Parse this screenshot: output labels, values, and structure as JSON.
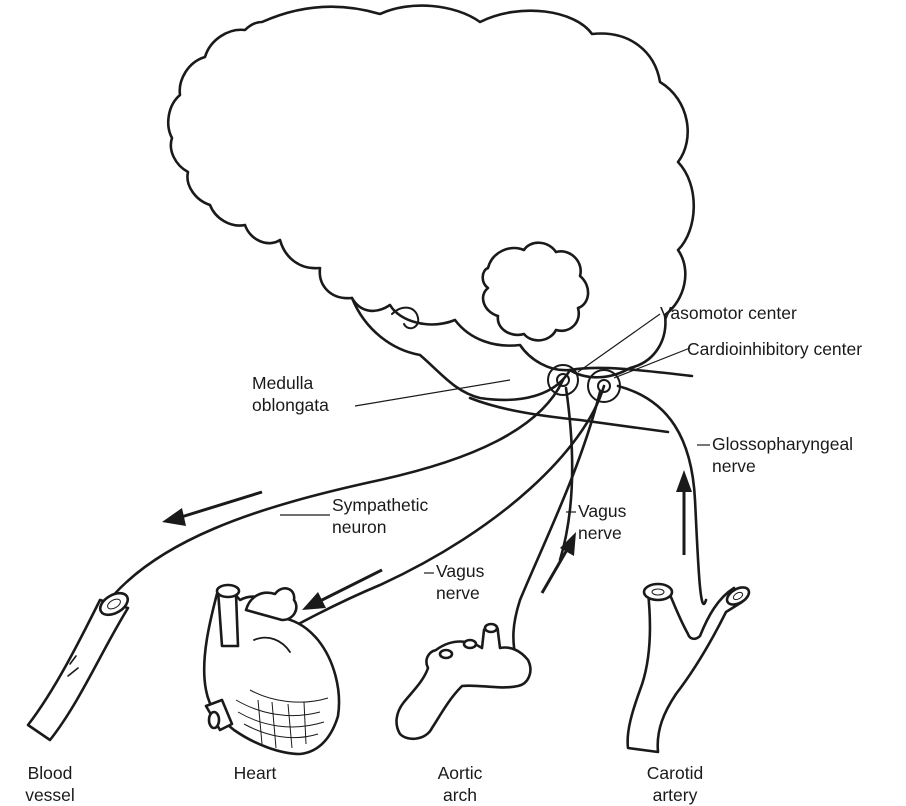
{
  "labels": {
    "vasomotor_center": "Vasomotor center",
    "cardioinhibitory_center": "Cardioinhibitory center",
    "medulla": [
      "Medulla",
      "oblongata"
    ],
    "glossopharyngeal": [
      "Glossopharyngeal",
      "nerve"
    ],
    "sympathetic": [
      "Sympathetic",
      "neuron"
    ],
    "vagus_aortic": [
      "Vagus",
      "nerve"
    ],
    "vagus_heart": [
      "Vagus",
      "nerve"
    ]
  },
  "organs": {
    "blood_vessel": [
      "Blood",
      "vessel"
    ],
    "heart": [
      "Heart"
    ],
    "aortic_arch": [
      "Aortic",
      "arch"
    ],
    "carotid_artery": [
      "Carotid",
      "artery"
    ]
  },
  "colors": {
    "ink": "#1a1a1a",
    "background": "#ffffff"
  }
}
